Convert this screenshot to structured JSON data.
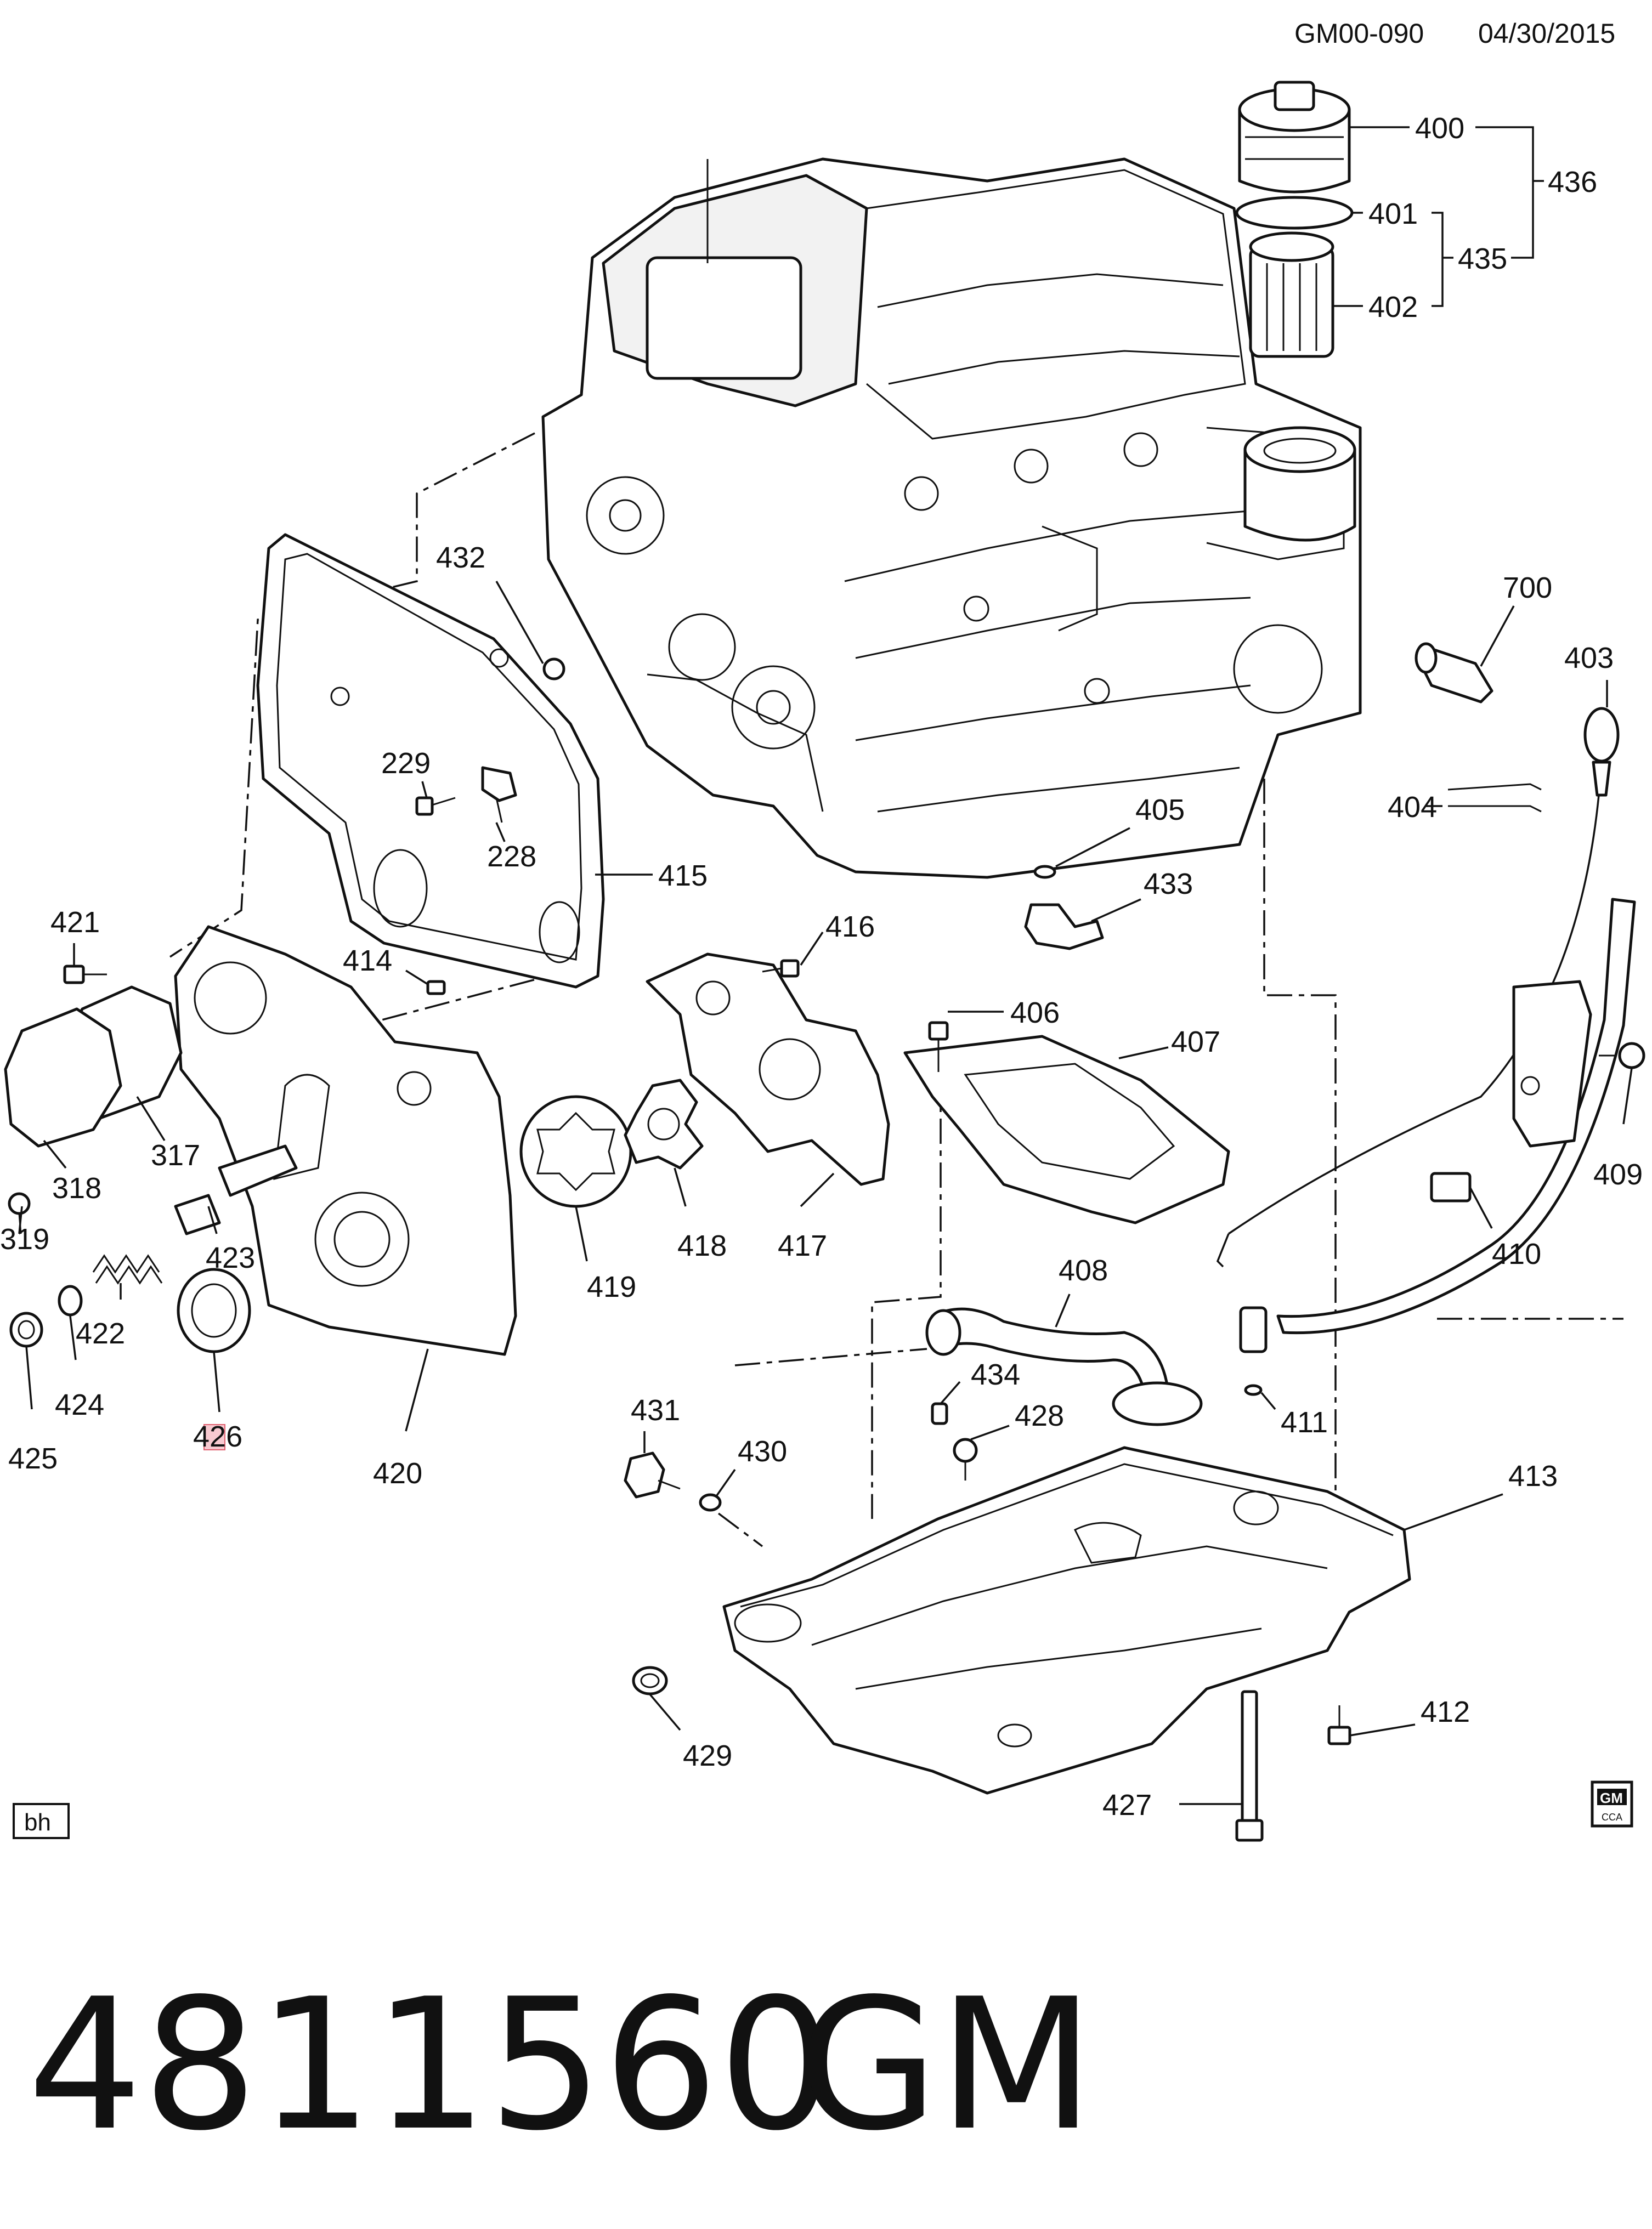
{
  "header": {
    "code": "GM00-090",
    "date": "04/30/2015"
  },
  "corner_badge": "bh",
  "logo": {
    "text": "GM",
    "subtext": "CCA"
  },
  "footer": {
    "part_number": "4811560",
    "brand": "GM"
  },
  "callouts": [
    {
      "id": "400",
      "text": "400"
    },
    {
      "id": "401",
      "text": "401"
    },
    {
      "id": "402",
      "text": "402"
    },
    {
      "id": "435",
      "text": "435"
    },
    {
      "id": "436",
      "text": "436"
    },
    {
      "id": "700",
      "text": "700"
    },
    {
      "id": "403",
      "text": "403"
    },
    {
      "id": "404",
      "text": "404"
    },
    {
      "id": "405",
      "text": "405"
    },
    {
      "id": "433",
      "text": "433"
    },
    {
      "id": "432",
      "text": "432"
    },
    {
      "id": "229",
      "text": "229"
    },
    {
      "id": "228",
      "text": "228"
    },
    {
      "id": "415",
      "text": "415"
    },
    {
      "id": "421",
      "text": "421"
    },
    {
      "id": "414",
      "text": "414"
    },
    {
      "id": "416",
      "text": "416"
    },
    {
      "id": "406",
      "text": "406"
    },
    {
      "id": "407",
      "text": "407"
    },
    {
      "id": "317",
      "text": "317"
    },
    {
      "id": "318",
      "text": "318"
    },
    {
      "id": "319",
      "text": "319"
    },
    {
      "id": "423",
      "text": "423"
    },
    {
      "id": "422",
      "text": "422"
    },
    {
      "id": "424",
      "text": "424"
    },
    {
      "id": "425",
      "text": "425"
    },
    {
      "id": "426",
      "text": "426"
    },
    {
      "id": "420",
      "text": "420"
    },
    {
      "id": "419",
      "text": "419"
    },
    {
      "id": "418",
      "text": "418"
    },
    {
      "id": "417",
      "text": "417"
    },
    {
      "id": "409",
      "text": "409"
    },
    {
      "id": "410",
      "text": "410"
    },
    {
      "id": "408",
      "text": "408"
    },
    {
      "id": "434",
      "text": "434"
    },
    {
      "id": "428",
      "text": "428"
    },
    {
      "id": "411",
      "text": "411"
    },
    {
      "id": "431",
      "text": "431"
    },
    {
      "id": "430",
      "text": "430"
    },
    {
      "id": "413",
      "text": "413"
    },
    {
      "id": "429",
      "text": "429"
    },
    {
      "id": "412",
      "text": "412"
    },
    {
      "id": "427",
      "text": "427"
    }
  ]
}
